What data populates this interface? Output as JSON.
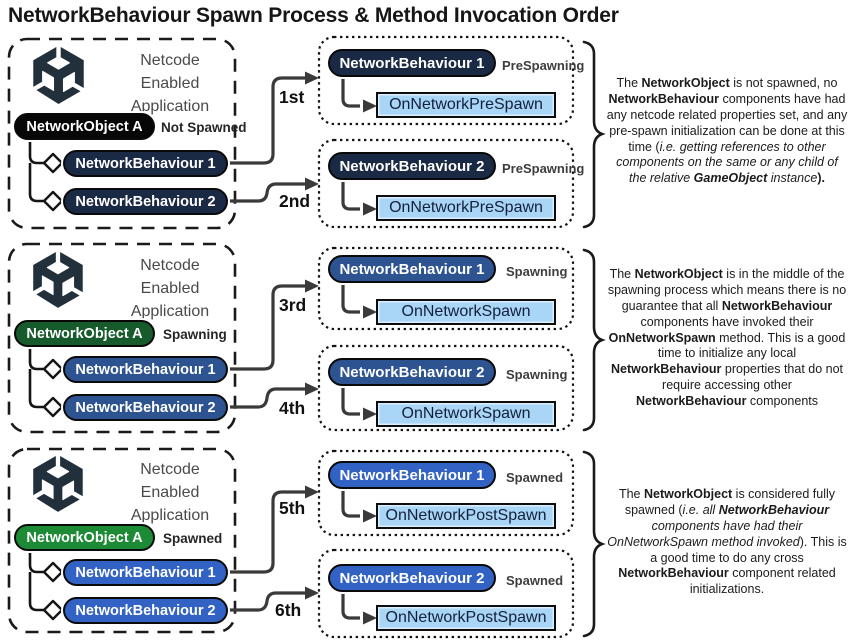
{
  "title": "NetworkBehaviour Spawn Process & Method Invocation Order",
  "icons": {
    "application": "unity-cube-logo"
  },
  "colors": {
    "object_not_spawned": "#070707",
    "object_spawning": "#175a2b",
    "object_spawned": "#1d8a35",
    "behaviour_prespawning": "#1b2a44",
    "behaviour_spawning": "#2d5391",
    "behaviour_spawned": "#3263c4",
    "method_fill": "#a9d5f7",
    "arrow": "#3a3a3a",
    "logo": "#22303c"
  },
  "rows": [
    {
      "stage": "PreSpawning",
      "app_label": "Netcode\nEnabled\nApplication",
      "object": {
        "label": "NetworkObject A",
        "status": "Not Spawned"
      },
      "behaviours": [
        "NetworkBehaviour 1",
        "NetworkBehaviour 2"
      ],
      "steps": [
        {
          "order": "1st",
          "behaviour": "NetworkBehaviour 1",
          "state": "PreSpawning",
          "method": "OnNetworkPreSpawn"
        },
        {
          "order": "2nd",
          "behaviour": "NetworkBehaviour 2",
          "state": "PreSpawning",
          "method": "OnNetworkPreSpawn"
        }
      ],
      "description": [
        {
          "t": "The "
        },
        {
          "t": "NetworkObject",
          "b": true
        },
        {
          "t": " is not spawned, no "
        },
        {
          "t": "NetworkBehaviour",
          "b": true
        },
        {
          "t": " components have had any netcode related properties set, and any pre-spawn initialization can be done at this time ("
        },
        {
          "t": "i.e. getting references to other components on the same or any child of the relative ",
          "i": true
        },
        {
          "t": "GameObject",
          "b": true,
          "i": true
        },
        {
          "t": " instance",
          "i": true
        },
        {
          "t": ").",
          "b": true
        }
      ]
    },
    {
      "stage": "Spawning",
      "app_label": "Netcode\nEnabled\nApplication",
      "object": {
        "label": "NetworkObject A",
        "status": "Spawning"
      },
      "behaviours": [
        "NetworkBehaviour 1",
        "NetworkBehaviour 2"
      ],
      "steps": [
        {
          "order": "3rd",
          "behaviour": "NetworkBehaviour 1",
          "state": "Spawning",
          "method": "OnNetworkSpawn"
        },
        {
          "order": "4th",
          "behaviour": "NetworkBehaviour 2",
          "state": "Spawning",
          "method": "OnNetworkSpawn"
        }
      ],
      "description": [
        {
          "t": "The "
        },
        {
          "t": "NetworkObject",
          "b": true
        },
        {
          "t": " is in the middle of the spawning process which means there is no guarantee that all "
        },
        {
          "t": "NetworkBehaviour",
          "b": true
        },
        {
          "t": " components have invoked their "
        },
        {
          "t": "OnNetworkSpawn",
          "b": true
        },
        {
          "t": " method. This is a good time to initialize any local "
        },
        {
          "t": "NetworkBehaviour",
          "b": true
        },
        {
          "t": " properties that do not require accessing other "
        },
        {
          "t": "NetworkBehaviour",
          "b": true
        },
        {
          "t": " components"
        }
      ]
    },
    {
      "stage": "Spawned",
      "app_label": "Netcode\nEnabled\nApplication",
      "object": {
        "label": "NetworkObject A",
        "status": "Spawned"
      },
      "behaviours": [
        "NetworkBehaviour 1",
        "NetworkBehaviour 2"
      ],
      "steps": [
        {
          "order": "5th",
          "behaviour": "NetworkBehaviour 1",
          "state": "Spawned",
          "method": "OnNetworkPostSpawn"
        },
        {
          "order": "6th",
          "behaviour": "NetworkBehaviour 2",
          "state": "Spawned",
          "method": "OnNetworkPostSpawn"
        }
      ],
      "description": [
        {
          "t": "The "
        },
        {
          "t": "NetworkObject",
          "b": true
        },
        {
          "t": " is considered fully spawned ("
        },
        {
          "t": "i.e. all ",
          "i": true
        },
        {
          "t": "NetworkBehaviour",
          "b": true,
          "i": true
        },
        {
          "t": " components have had their OnNetworkSpawn method invoked",
          "i": true
        },
        {
          "t": "). This is a good time to do any cross "
        },
        {
          "t": "NetworkBehaviour",
          "b": true
        },
        {
          "t": " component related initializations."
        }
      ]
    }
  ]
}
